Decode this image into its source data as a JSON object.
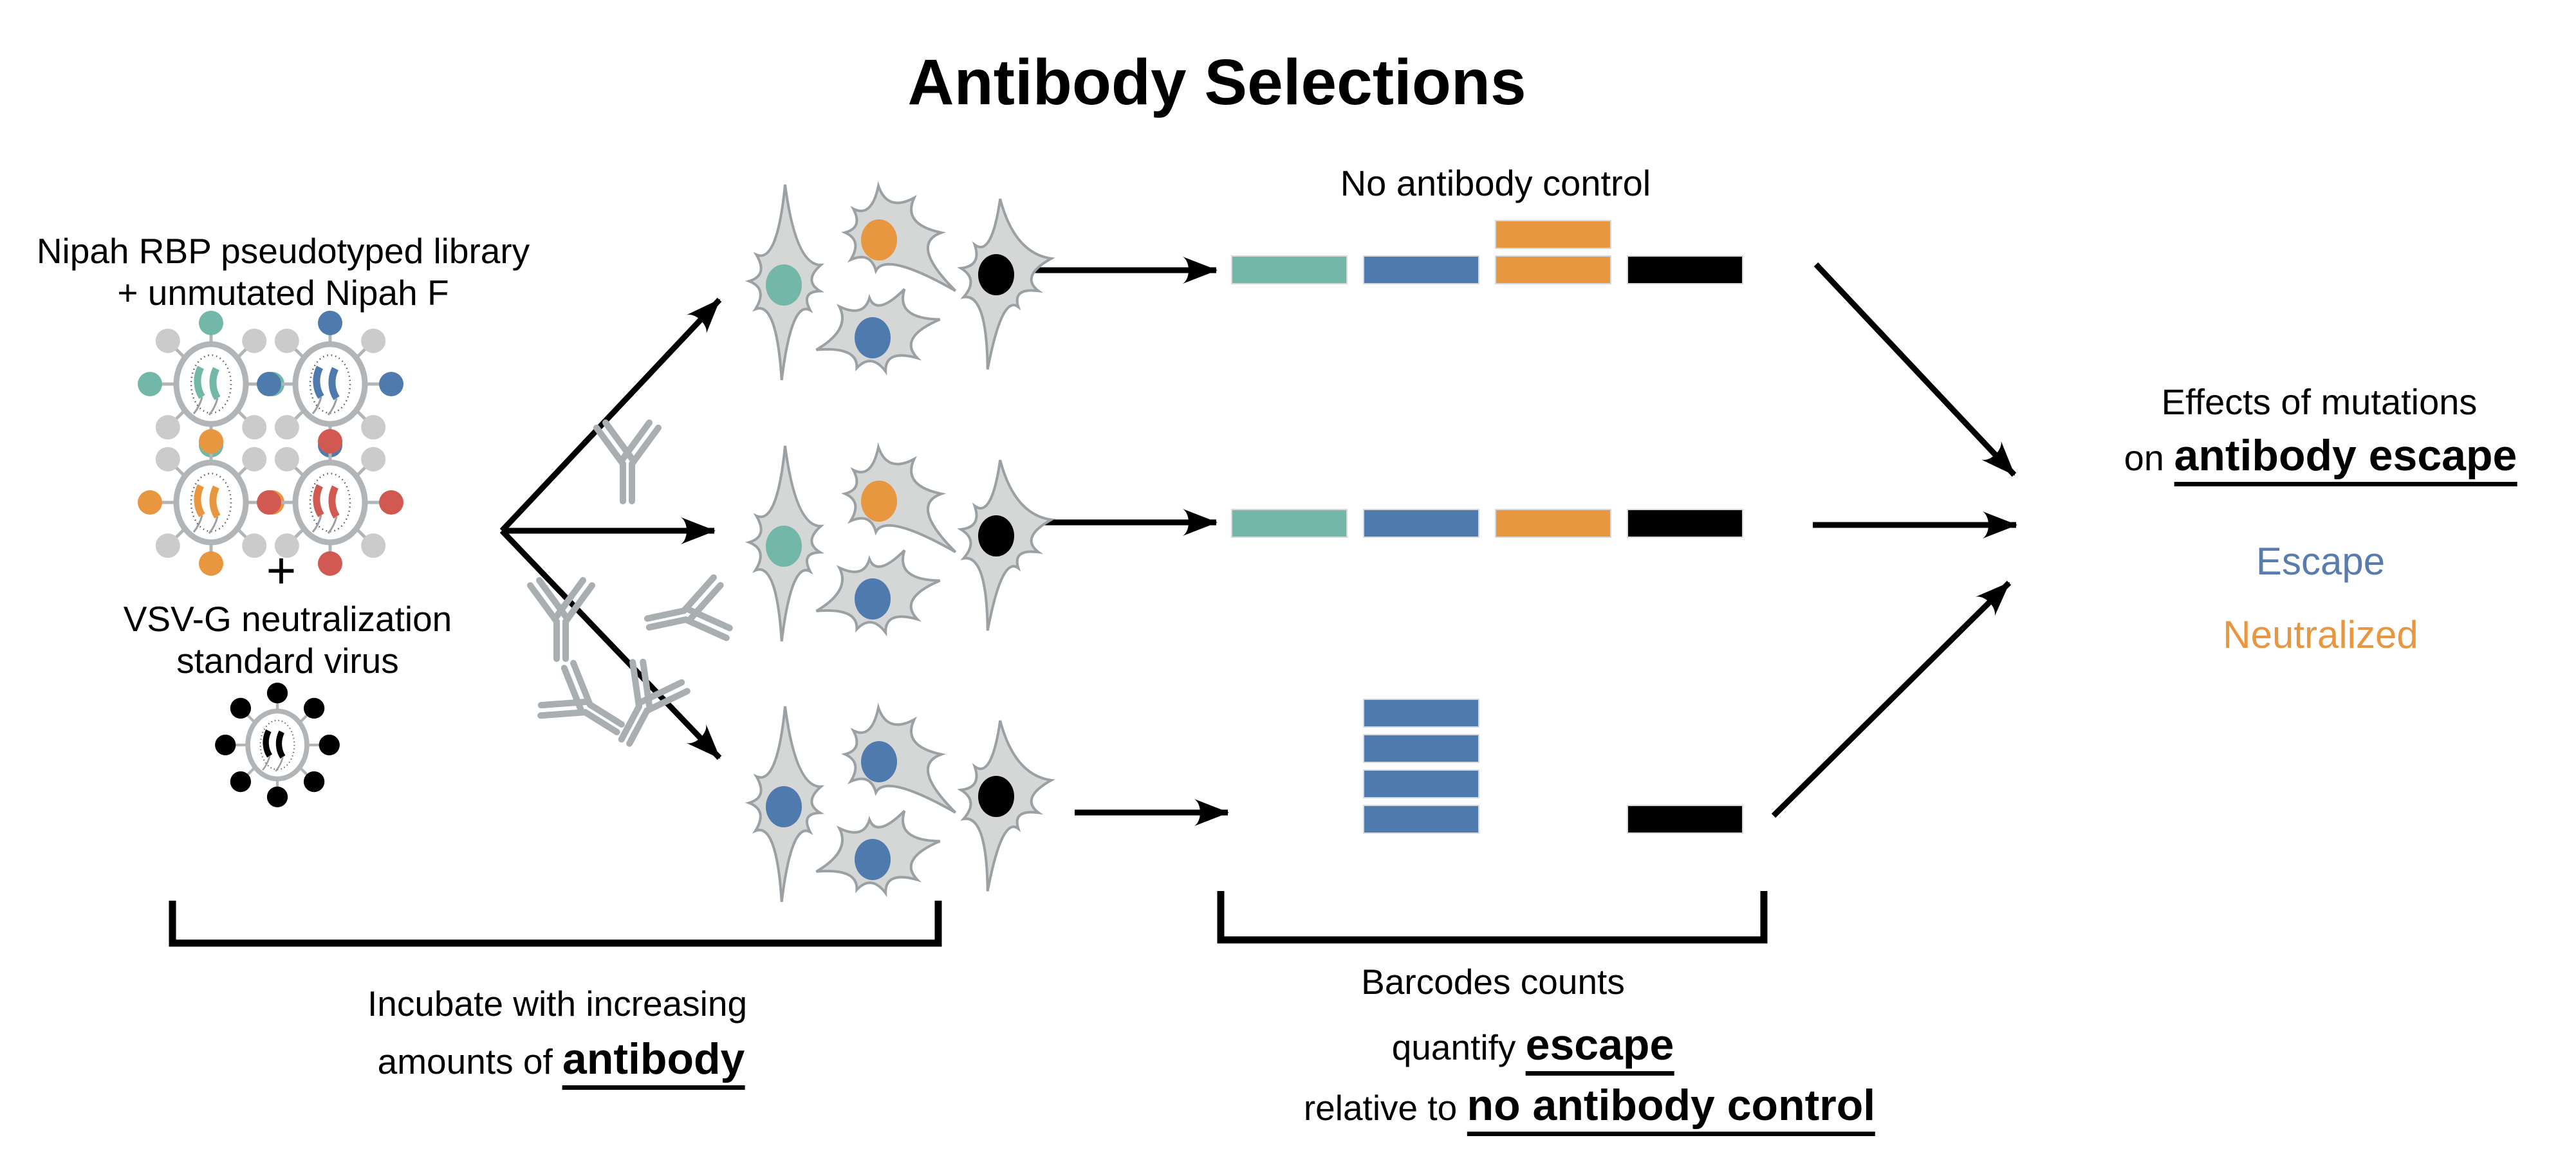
{
  "title": "Antibody Selections",
  "library_label": {
    "line1": "Nipah RBP pseudotyped library",
    "line2": "+ unmutated Nipah F"
  },
  "plus_sign": "+",
  "vsv_label": {
    "line1": "VSV-G neutralization",
    "line2": "standard virus"
  },
  "no_antibody_label": "No antibody control",
  "right_panel": {
    "line1": "Effects of mutations",
    "line2_prefix": "on ",
    "line2_bold": "antibody escape",
    "escape_label": "Escape",
    "neutralized_label": "Neutralized"
  },
  "captions": {
    "incubate": {
      "line1": "Incubate with increasing",
      "line2_prefix": "amounts of ",
      "line2_bold": "antibody"
    },
    "barcodes": {
      "line1": "Barcodes counts",
      "line2_prefix": "quantify ",
      "line2_bold": "escape",
      "line3_prefix": "relative to ",
      "line3_bold": "no antibody control"
    }
  },
  "colors": {
    "teal": "#73b7a9",
    "blue": "#4e7aae",
    "orange": "#e8963f",
    "red": "#d25852",
    "black": "#000000",
    "gray_dot": "#cbcbcb",
    "cell_fill": "#d5d6d6",
    "cell_outline": "#9aa0a3",
    "antibody_gray": "#a9aeb1",
    "virion_outline": "#b2b5b7",
    "escape_text": "#587cae",
    "neutralized_text": "#e8963f"
  },
  "library_virions": [
    {
      "name": "teal-virion",
      "color": "teal"
    },
    {
      "name": "blue-virion",
      "color": "blue"
    },
    {
      "name": "orange-virion",
      "color": "orange"
    },
    {
      "name": "red-virion",
      "color": "red"
    }
  ],
  "standard_virion": {
    "name": "vsv-standard-virion",
    "color": "black"
  },
  "rows": [
    {
      "name": "no-antibody-row",
      "antibody_count": 0,
      "cells": [
        "teal",
        "orange",
        "blue",
        "black"
      ],
      "bar_groups": [
        {
          "color": "teal",
          "slot": 0,
          "count": 1
        },
        {
          "color": "blue",
          "slot": 1,
          "count": 1
        },
        {
          "color": "orange",
          "slot": 2,
          "count": 2
        },
        {
          "color": "black",
          "slot": 3,
          "count": 1
        }
      ]
    },
    {
      "name": "low-antibody-row",
      "antibody_count": 1,
      "cells": [
        "teal",
        "orange",
        "blue",
        "black"
      ],
      "bar_groups": [
        {
          "color": "teal",
          "slot": 0,
          "count": 1
        },
        {
          "color": "blue",
          "slot": 1,
          "count": 1
        },
        {
          "color": "orange",
          "slot": 2,
          "count": 1
        },
        {
          "color": "black",
          "slot": 3,
          "count": 1
        }
      ]
    },
    {
      "name": "high-antibody-row",
      "antibody_count": 4,
      "cells": [
        "blue",
        "blue",
        "blue",
        "black"
      ],
      "bar_groups": [
        {
          "color": "blue",
          "slot": 1,
          "count": 4
        },
        {
          "color": "black",
          "slot": 3,
          "count": 1
        }
      ]
    }
  ]
}
